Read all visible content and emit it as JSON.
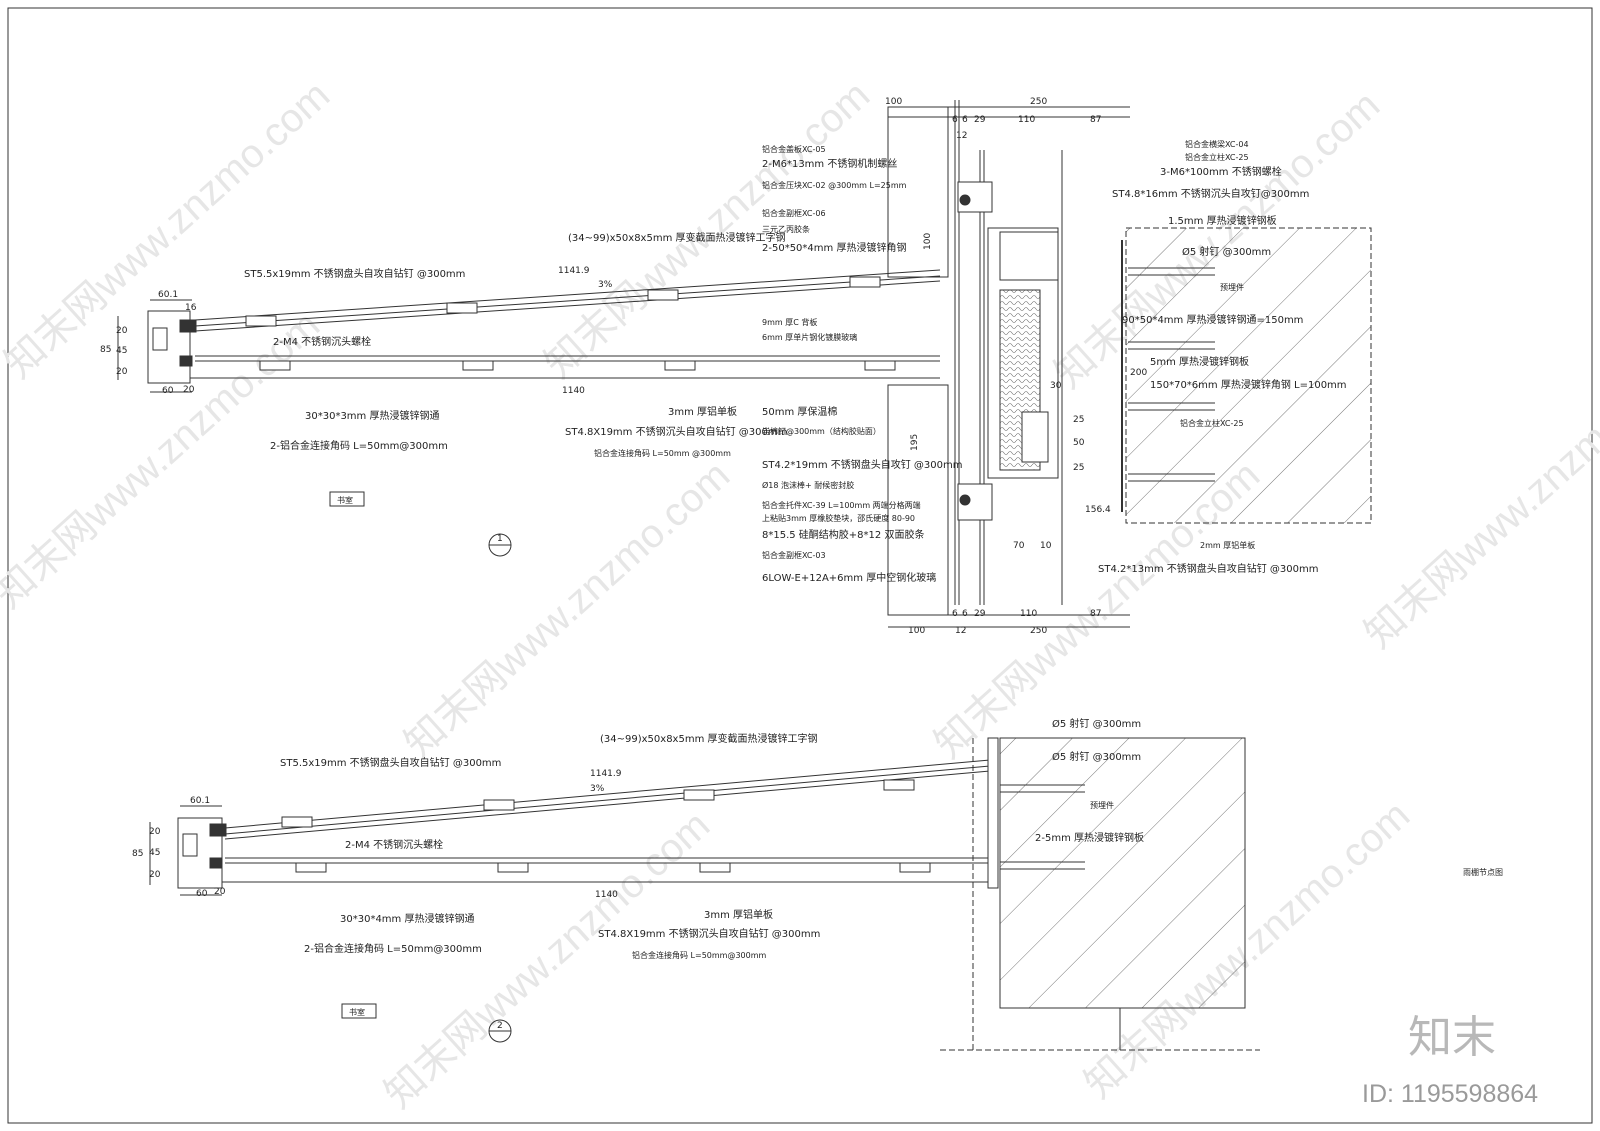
{
  "watermark": {
    "text": "知末网www.znzmo.com"
  },
  "brand": {
    "name": "知末",
    "id": "ID: 1195598864"
  },
  "detail1": {
    "number": "1",
    "room": "书室",
    "labels": {
      "i_beam": "(34~99)x50x8x5mm 厚变截面热浸镀锌工字钢",
      "screw_top": "ST5.5x19mm 不锈钢盘头自攻自钻钉 @300mm",
      "m4": "2-M4 不锈钢沉头螺栓",
      "tube": "30*30*3mm 厚热浸镀锌钢通",
      "angle": "2-铝合金连接角码 L=50mm@300mm",
      "plate": "3mm 厚铝单板",
      "screw_bottom": "ST4.8X19mm 不锈钢沉头自攻自钻钉 @300mm",
      "angle_b": "铝合金连接角码 L=50mm @300mm"
    },
    "dims": {
      "top_len": "1141.9",
      "bot_len": "1140",
      "slope": "3%",
      "d60_1": "60.1",
      "d60": "60",
      "d85": "85",
      "d20a": "20",
      "d45": "45",
      "d20b": "20",
      "d16": "16",
      "d20c": "20"
    }
  },
  "section": {
    "left_labels": [
      "铝合金盖板XC-05",
      "2-M6*13mm 不锈钢机制螺丝",
      "铝合金压块XC-02 @300mm L=25mm",
      "铝合金副框XC-06",
      "三元乙丙胶条",
      "2-50*50*4mm 厚热浸镀锌角钢",
      "9mm 厚C 背板",
      "6mm 厚单片钢化镀膜玻璃",
      "50mm 厚保温棉",
      "岩棉钉@300mm（结构胶贴面）",
      "ST4.2*19mm 不锈钢盘头自攻钉 @300mm",
      "Ø18 泡沫棒+ 耐候密封胶",
      "铝合金托件XC-39 L=100mm 两端分格两端",
      "上粘贴3mm 厚橡胶垫块，邵氏硬度 80-90",
      "8*15.5 硅酮结构胶+8*12 双面胶条",
      "铝合金副框XC-03",
      "6LOW-E+12A+6mm 厚中空钢化玻璃"
    ],
    "right_labels": [
      "铝合金横梁XC-04",
      "铝合金立柱XC-25",
      "3-M6*100mm 不锈钢螺栓",
      "ST4.8*16mm 不锈钢沉头自攻钉@300mm",
      "1.5mm 厚热浸镀锌钢板",
      "Ø5 射钉 @300mm",
      "预埋件",
      "90*50*4mm 厚热浸镀锌钢通=150mm",
      "5mm 厚热浸镀锌钢板",
      "150*70*6mm 厚热浸镀锌角钢 L=100mm",
      "铝合金立柱XC-25",
      "2mm 厚铝单板",
      "ST4.2*13mm 不锈钢盘头自攻自钻钉 @300mm"
    ],
    "dims_top": [
      "100",
      "6",
      "6",
      "29",
      "110",
      "87",
      "250",
      "12"
    ],
    "dims_bottom": [
      "100",
      "12",
      "6",
      "6",
      "29",
      "110",
      "87",
      "250"
    ],
    "dims_side": [
      "100",
      "195",
      "30",
      "25",
      "50",
      "25",
      "200",
      "156.4",
      "70",
      "10"
    ]
  },
  "detail2": {
    "number": "2",
    "room": "书室",
    "title": "雨棚节点图",
    "labels": {
      "i_beam": "(34~99)x50x8x5mm 厚变截面热浸镀锌工字钢",
      "screw_top": "ST5.5x19mm 不锈钢盘头自攻自钻钉 @300mm",
      "m4": "2-M4 不锈钢沉头螺栓",
      "tube": "30*30*4mm 厚热浸镀锌钢通",
      "angle": "2-铝合金连接角码 L=50mm@300mm",
      "plate": "3mm 厚铝单板",
      "screw_bottom": "ST4.8X19mm 不锈钢沉头自攻自钻钉 @300mm",
      "angle_b": "铝合金连接角码 L=50mm@300mm",
      "nail1": "Ø5 射钉 @300mm",
      "nail2": "Ø5 射钉 @300mm",
      "embed": "预埋件",
      "steel_plate": "2-5mm 厚热浸镀锌钢板"
    },
    "dims": {
      "top_len": "1141.9",
      "bot_len": "1140",
      "slope": "3%",
      "d60_1": "60.1",
      "d60": "60",
      "d85": "85",
      "d20a": "20",
      "d45": "45",
      "d20b": "20",
      "d20c": "20"
    }
  }
}
